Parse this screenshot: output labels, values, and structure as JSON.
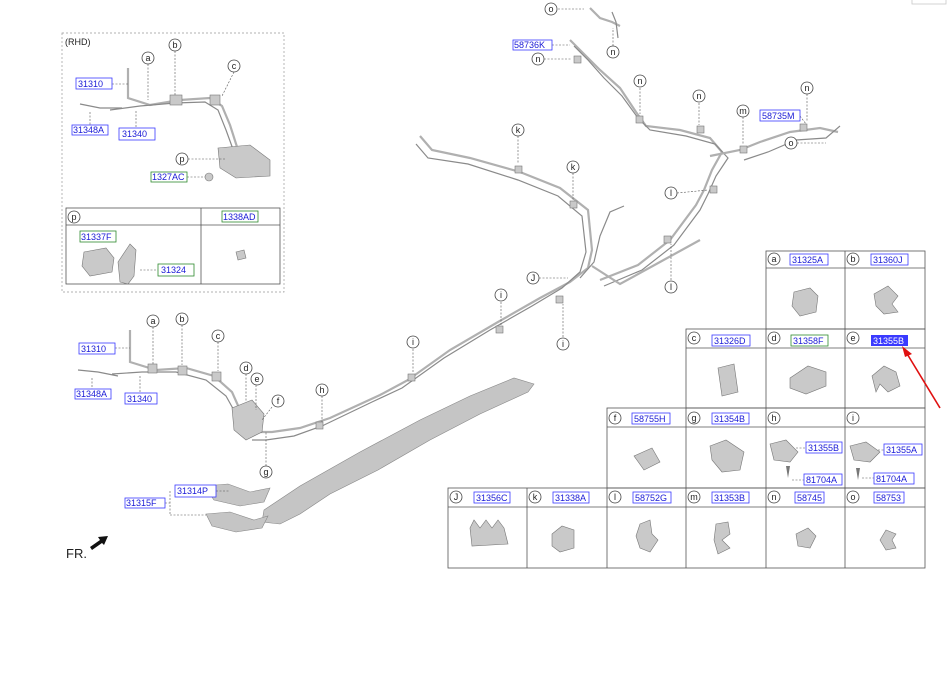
{
  "inset": {
    "title": "(RHD)",
    "parts": [
      "31310",
      "31348A",
      "31340",
      "1327AC"
    ],
    "callouts": [
      "a",
      "b",
      "c",
      "p"
    ],
    "table": {
      "left_header_letter": "p",
      "right_header": "1338AD",
      "left_parts": [
        "31337F",
        "31324"
      ]
    }
  },
  "main": {
    "parts": [
      "58736K",
      "58735M",
      "31310",
      "31348A",
      "31340",
      "31314P",
      "31315F"
    ],
    "callouts": {
      "o_top": "o",
      "n1": "n",
      "n2": "n",
      "n3": "n",
      "n4": "n",
      "n5": "n",
      "m": "m",
      "o2": "o",
      "k1": "k",
      "k2": "k",
      "l1": "l",
      "l2": "l",
      "J": "J",
      "i1": "i",
      "i2": "i",
      "i3": "i",
      "a": "a",
      "b": "b",
      "c": "c",
      "d": "d",
      "e": "e",
      "f": "f",
      "g": "g",
      "h": "h"
    },
    "direction_label": "FR."
  },
  "legend": {
    "row1": [
      {
        "letter": "a",
        "part": "31325A"
      },
      {
        "letter": "b",
        "part": "31360J"
      }
    ],
    "row2": [
      {
        "letter": "c",
        "part": "31326D"
      },
      {
        "letter": "d",
        "part": "31358F"
      },
      {
        "letter": "e",
        "part": "31355B",
        "highlighted": true
      }
    ],
    "row3": [
      {
        "letter": "f",
        "part": "58755H"
      },
      {
        "letter": "g",
        "part": "31354B"
      },
      {
        "letter": "h",
        "part": "",
        "subparts": [
          "31355B",
          "81704A"
        ]
      },
      {
        "letter": "i",
        "part": "",
        "subparts": [
          "31355A",
          "81704A"
        ]
      }
    ],
    "row4": [
      {
        "letter": "J",
        "part": "31356C"
      },
      {
        "letter": "k",
        "part": "31338A"
      },
      {
        "letter": "l",
        "part": "58752G"
      },
      {
        "letter": "m",
        "part": "31353B"
      },
      {
        "letter": "n",
        "part": "58745"
      },
      {
        "letter": "o",
        "part": "58753"
      }
    ]
  },
  "colors": {
    "part_number": "#1a1ad6",
    "highlight_fill": "#3a3aff",
    "pointer_arrow": "#e01010"
  }
}
